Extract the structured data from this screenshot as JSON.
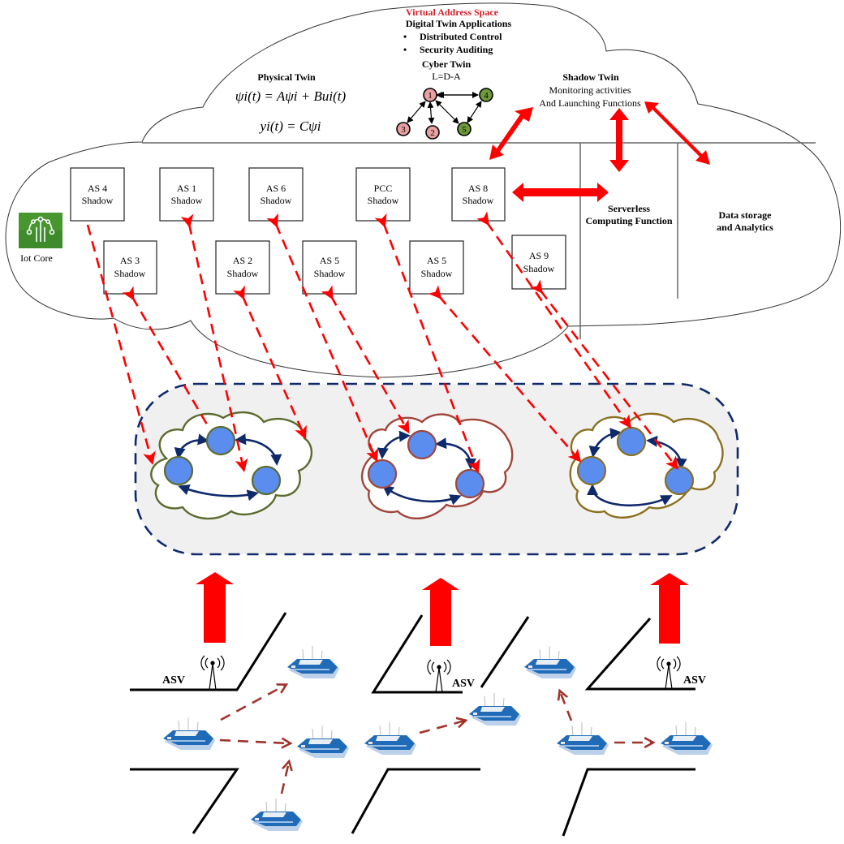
{
  "cloud": {
    "virtual_space_title": "Virtual Address Space",
    "applications_title": "Digital Twin Applications",
    "applications": [
      "Distributed Control",
      "Security Auditing"
    ],
    "cyber_twin_title": "Cyber Twin",
    "cyber_twin_formula": "L=D-A",
    "cyber_nodes": [
      {
        "label": "1",
        "color": "#e8a0a0"
      },
      {
        "label": "2",
        "color": "#e8a0a0"
      },
      {
        "label": "3",
        "color": "#e8a0a0"
      },
      {
        "label": "4",
        "color": "#6f9a3a"
      },
      {
        "label": "5",
        "color": "#6f9a3a"
      }
    ],
    "physical_twin_title": "Physical Twin",
    "physical_eq1": "ψi(t) = Aψi + Bui(t)",
    "physical_eq2": "yi(t) = Cψi",
    "shadow_twin_title": "Shadow Twin",
    "shadow_twin_line1": "Monitoring activities",
    "shadow_twin_line2": "And Launching Functions",
    "serverless_line1": "Serverless",
    "serverless_line2": "Computing Function",
    "storage_line1": "Data storage",
    "storage_line2": "and Analytics",
    "iot_core_label": "Iot Core"
  },
  "shadows": [
    {
      "name": "AS 4",
      "sub": "Shadow"
    },
    {
      "name": "AS 1",
      "sub": "Shadow"
    },
    {
      "name": "AS 6",
      "sub": "Shadow"
    },
    {
      "name": "PCC",
      "sub": "Shadow"
    },
    {
      "name": "AS 8",
      "sub": "Shadow"
    },
    {
      "name": "AS 3",
      "sub": "Shadow"
    },
    {
      "name": "AS 2",
      "sub": "Shadow"
    },
    {
      "name": "AS 5",
      "sub": "Shadow"
    },
    {
      "name": "AS 5",
      "sub": "Shadow"
    },
    {
      "name": "AS 9",
      "sub": "Shadow"
    }
  ],
  "clusters": [
    {
      "outline_color": "#5b6b2f"
    },
    {
      "outline_color": "#a0453a"
    },
    {
      "outline_color": "#8a7020"
    }
  ],
  "colors": {
    "red_arrow": "#ff0000",
    "navy": "#0f2a6b",
    "node_fill": "#5b8def",
    "panel_fill": "#f0f0f0",
    "boat_link": "#a0342a",
    "iot_green": "#3d8b2a"
  },
  "stations": [
    {
      "label": "ASV"
    },
    {
      "label": "ASV"
    },
    {
      "label": "ASV"
    }
  ]
}
